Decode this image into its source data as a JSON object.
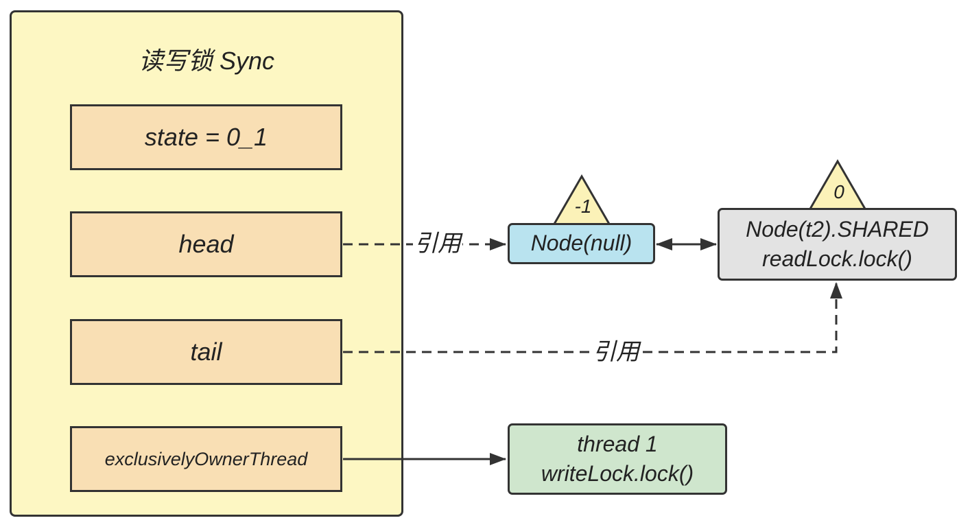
{
  "sync": {
    "title": "读写锁 Sync",
    "state": "state = 0_1",
    "head": "head",
    "tail": "tail",
    "owner": "exclusivelyOwnerThread"
  },
  "nodes": {
    "null_node": {
      "label": "Node(null)",
      "wait_status": "-1"
    },
    "t2_node": {
      "line1": "Node(t2).SHARED",
      "line2": "readLock.lock()",
      "wait_status": "0"
    },
    "thread1": {
      "line1": "thread 1",
      "line2": "writeLock.lock()"
    }
  },
  "edges": {
    "head_ref_label": "引用",
    "tail_ref_label": "引用"
  },
  "colors": {
    "sync_bg": "#fdf7c3",
    "field_bg": "#f9dfb4",
    "null_node_bg": "#b9e3ef",
    "t2_node_bg": "#e3e3e3",
    "thread1_bg": "#cfe6cd",
    "triangle_bg": "#fbf2b8"
  }
}
